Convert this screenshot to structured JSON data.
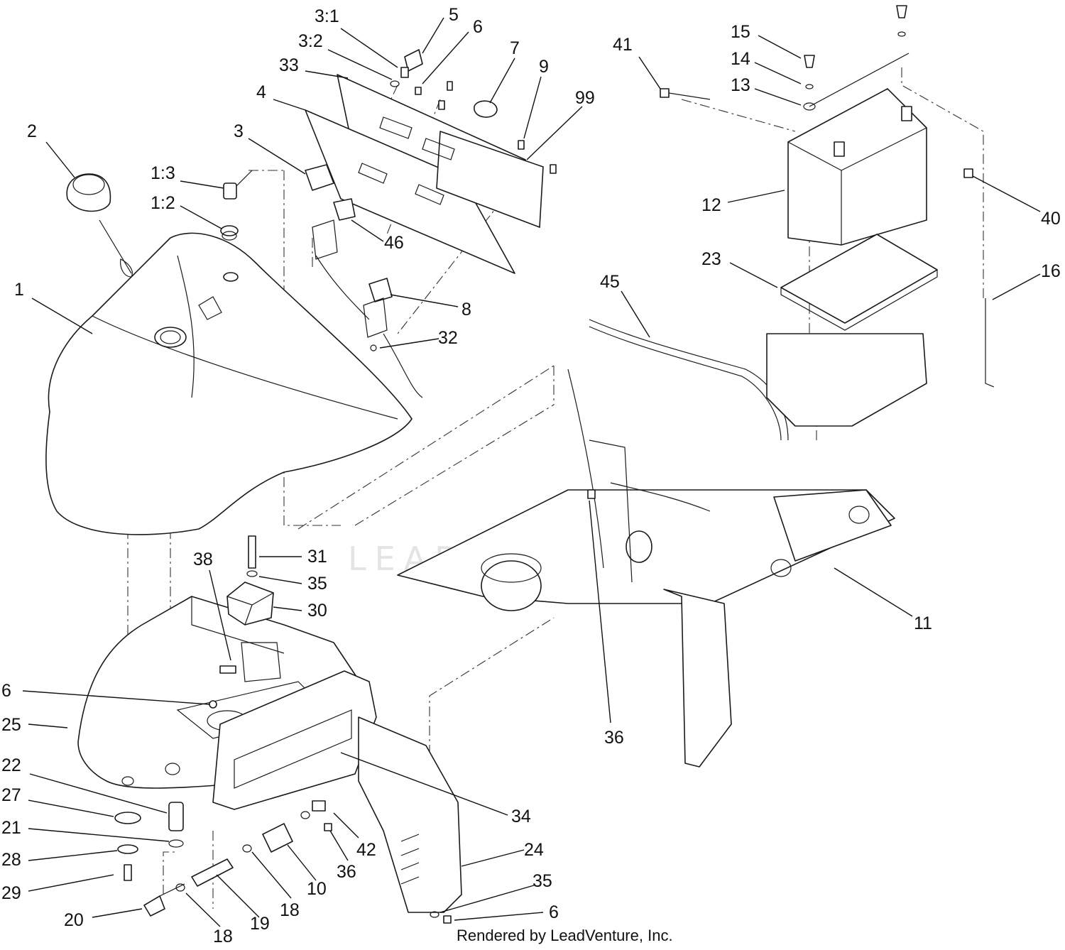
{
  "watermark": "LEADVENTURE",
  "credit": "Rendered by LeadVenture, Inc.",
  "callouts": [
    {
      "label": "3:1"
    },
    {
      "label": "5"
    },
    {
      "label": "3:2"
    },
    {
      "label": "6"
    },
    {
      "label": "33"
    },
    {
      "label": "7"
    },
    {
      "label": "9"
    },
    {
      "label": "4"
    },
    {
      "label": "99"
    },
    {
      "label": "2"
    },
    {
      "label": "3"
    },
    {
      "label": "1:3"
    },
    {
      "label": "1:2"
    },
    {
      "label": "46"
    },
    {
      "label": "1"
    },
    {
      "label": "8"
    },
    {
      "label": "32"
    },
    {
      "label": "15"
    },
    {
      "label": "41"
    },
    {
      "label": "14"
    },
    {
      "label": "13"
    },
    {
      "label": "12"
    },
    {
      "label": "40"
    },
    {
      "label": "23"
    },
    {
      "label": "16"
    },
    {
      "label": "45"
    },
    {
      "label": "31"
    },
    {
      "label": "38"
    },
    {
      "label": "35"
    },
    {
      "label": "30"
    },
    {
      "label": "11"
    },
    {
      "label": "6"
    },
    {
      "label": "25"
    },
    {
      "label": "36"
    },
    {
      "label": "22"
    },
    {
      "label": "34"
    },
    {
      "label": "27"
    },
    {
      "label": "21"
    },
    {
      "label": "42"
    },
    {
      "label": "24"
    },
    {
      "label": "28"
    },
    {
      "label": "36"
    },
    {
      "label": "10"
    },
    {
      "label": "29"
    },
    {
      "label": "35"
    },
    {
      "label": "18"
    },
    {
      "label": "20"
    },
    {
      "label": "19"
    },
    {
      "label": "6"
    },
    {
      "label": "18"
    }
  ]
}
